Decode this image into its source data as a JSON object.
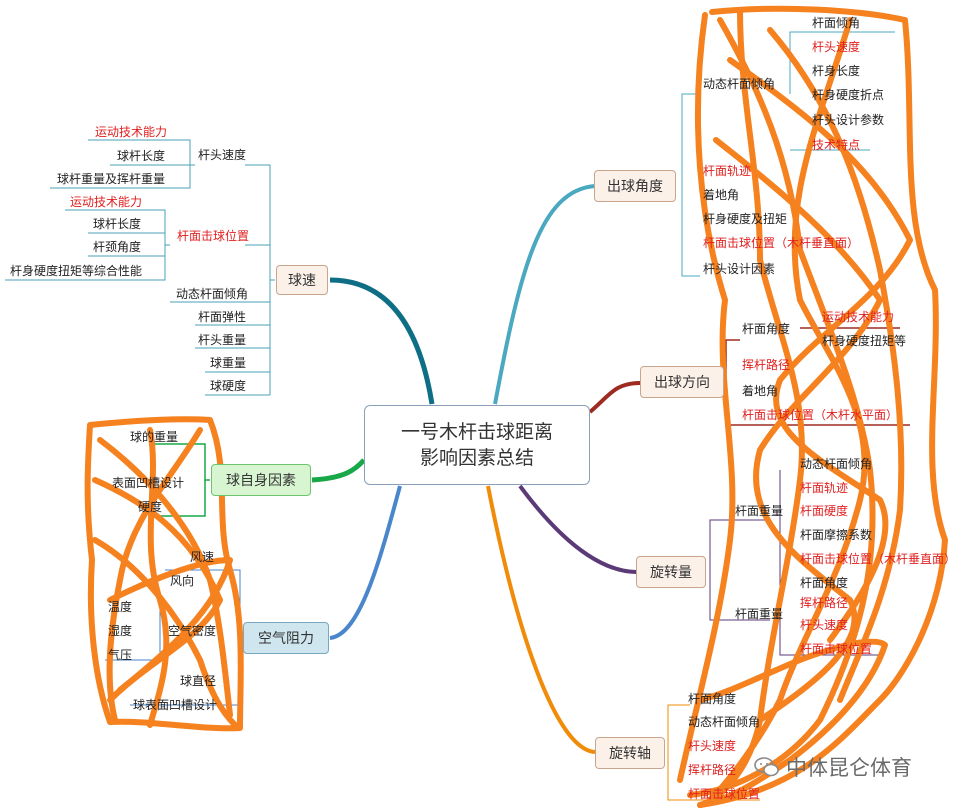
{
  "center": {
    "line1": "一号木杆击球距离",
    "line2": "影响因素总结"
  },
  "branches": {
    "ball_speed": "球速",
    "launch_angle": "出球角度",
    "launch_direction": "出球方向",
    "ball_factors": "球自身因素",
    "air_resistance": "空气阻力",
    "spin_rate": "旋转量",
    "spin_axis": "旋转轴"
  },
  "ball_speed": {
    "head_speed": "杆头速度",
    "head_speed_items": [
      "运动技术能力",
      "球杆长度",
      "球杆重量及挥杆重量"
    ],
    "impact_position": "杆面击球位置",
    "impact_position_items": [
      "运动技术能力",
      "球杆长度",
      "杆颈角度",
      "杆身硬度扭矩等综合性能"
    ],
    "other_items": [
      "动态杆面倾角",
      "杆面弹性",
      "杆头重量",
      "球重量",
      "球硬度"
    ]
  },
  "launch_angle": {
    "items": [
      "动态杆面倾角",
      "杆面轨迹",
      "着地角",
      "杆身硬度及扭矩",
      "杆面击球位置（木杆垂直面）",
      "杆头设计因素"
    ],
    "sub_items": [
      "杆面倾角",
      "杆头速度",
      "杆身长度",
      "杆身硬度折点",
      "杆头设计参数",
      "技术特点"
    ]
  },
  "launch_direction": {
    "items": [
      "杆面角度",
      "挥杆路径",
      "着地角",
      "杆面击球位置（木杆水平面）"
    ],
    "sub_items": [
      "运动技术能力",
      "杆身硬度扭矩等"
    ]
  },
  "spin_rate": {
    "groups": [
      "杆面重量",
      "杆面重量"
    ],
    "items": [
      "动态杆面倾角",
      "杆面轨迹",
      "杆面硬度",
      "杆面摩擦系数",
      "杆面击球位置（木杆垂直面）",
      "杆面角度",
      "挥杆路径",
      "杆头速度",
      "杆面击球位置"
    ]
  },
  "spin_axis": {
    "items": [
      "杆面角度",
      "动态杆面倾角",
      "杆头速度",
      "挥杆路径",
      "杆面击球位置"
    ]
  },
  "ball_factors": {
    "items": [
      "球的重量",
      "表面凹槽设计",
      "硬度"
    ]
  },
  "air_resistance": {
    "items": [
      "风速",
      "风向",
      "温度",
      "湿度",
      "气压",
      "空气密度",
      "球直径",
      "球表面凹槽设计"
    ]
  },
  "watermark": {
    "text": "中体昆仑体育"
  },
  "colors": {
    "ball_speed": "#0e6e85",
    "launch_angle": "#4aa8c0",
    "launch_direction": "#9e2b22",
    "ball_factors": "#18a848",
    "air_resistance": "#4a86cc",
    "spin_rate": "#5b3a78",
    "spin_axis": "#f08c0a",
    "scribble": "#f5811f"
  }
}
